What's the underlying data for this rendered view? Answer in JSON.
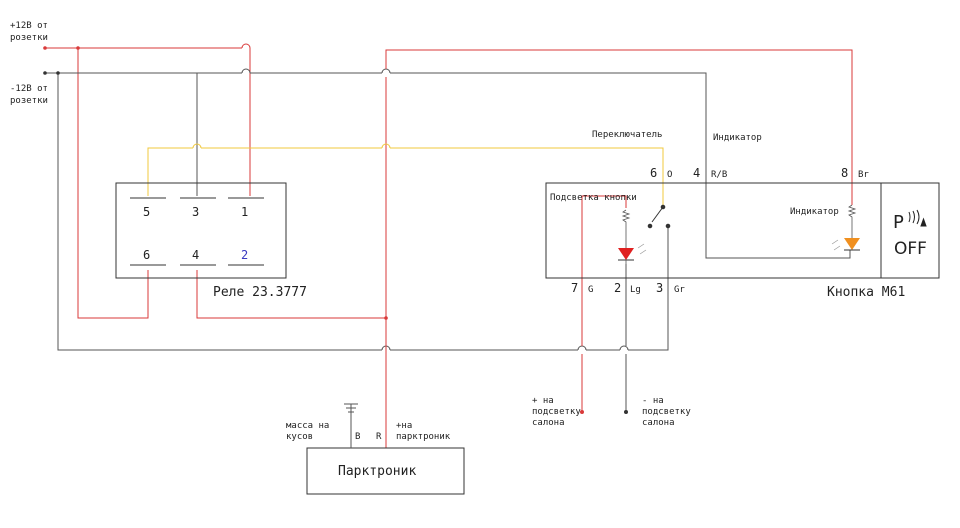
{
  "power": {
    "plus12_line1": "+12В от",
    "plus12_line2": "розетки",
    "minus12_line1": "-12В от",
    "minus12_line2": "розетки"
  },
  "relay": {
    "title": "Реле 23.3777",
    "pin_top": [
      "5",
      "3",
      "1"
    ],
    "pin_bottom": [
      "6",
      "4",
      "2"
    ]
  },
  "button": {
    "title": "Кнопка М61",
    "switch_label": "Переключатель",
    "indicator_label_outer": "Индикатор",
    "backlight_label": "Подсветка кнопки",
    "indicator_label_inner": "Индикатор",
    "top_pins": [
      {
        "num": "6",
        "code": "O"
      },
      {
        "num": "4",
        "code": "R/B"
      },
      {
        "num": "8",
        "code": "Br"
      }
    ],
    "bottom_pins": [
      {
        "num": "7",
        "code": "G"
      },
      {
        "num": "2",
        "code": "Lg"
      },
      {
        "num": "3",
        "code": "Gr"
      }
    ],
    "face_text_top": "P",
    "face_text_bottom": "OFF"
  },
  "parktronic": {
    "title": "Парктроник",
    "pin_b": "B",
    "pin_r": "R",
    "ground_line1": "масса на",
    "ground_line2": "кусов",
    "plus_line1": "+на",
    "plus_line2": "парктроник"
  },
  "cabin_light": {
    "plus_lines": [
      "+ на",
      "подсветку",
      "салона"
    ],
    "minus_lines": [
      "- на",
      "подсветку",
      "салона"
    ]
  },
  "colors": {
    "red_wire": "#d93a3a",
    "gray_wire": "#555555",
    "yellow_wire": "#f0c83c",
    "led_red": "#e02020",
    "led_orange": "#f09020",
    "pin_highlight": "#3a3ac0"
  }
}
